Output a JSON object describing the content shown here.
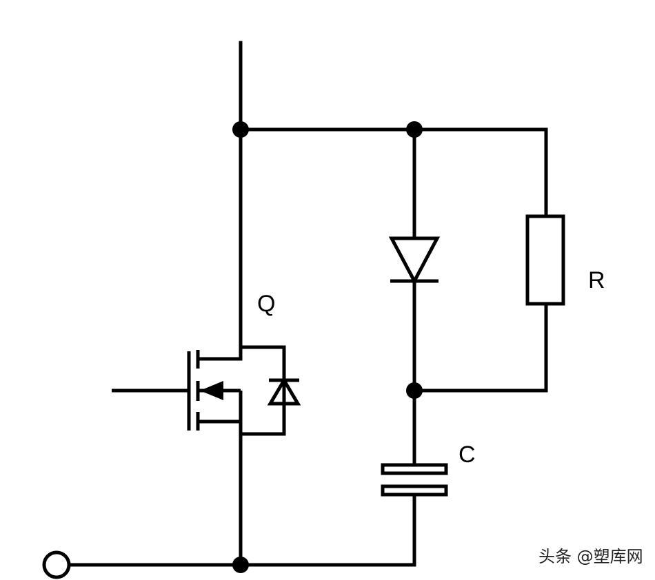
{
  "labels": {
    "mosfet": "Q",
    "resistor": "R",
    "capacitor": "C"
  },
  "watermark": "头条 @塑库网",
  "colors": {
    "line": "#000000",
    "background": "#ffffff"
  }
}
